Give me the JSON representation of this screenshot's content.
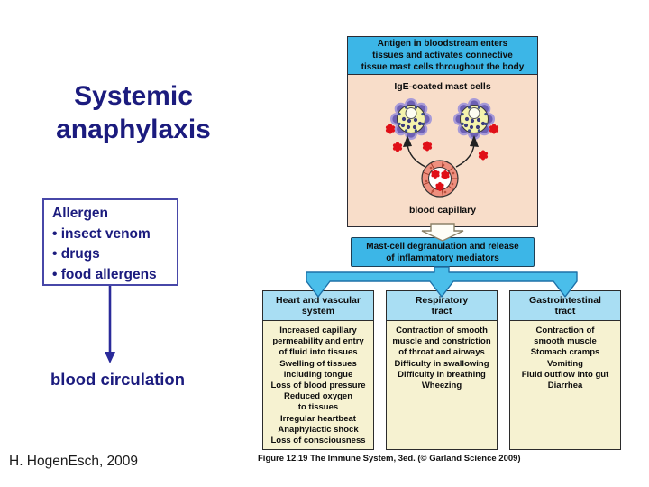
{
  "slide": {
    "title": "Systemic\nanaphylaxis",
    "allergen_box_text": "Allergen\n• insect venom\n• drugs\n• food allergens",
    "blood_circulation_label": "blood circulation",
    "credit": "H. HogenEsch, 2009"
  },
  "figure": {
    "top_box_text": "Antigen in bloodstream enters\ntissues and activates connective\ntissue mast cells throughout the body",
    "ige_label": "IgE-coated mast cells",
    "capillary_label": "blood capillary",
    "degranulation_box_text": "Mast-cell degranulation and release\nof inflammatory mediators",
    "organ_boxes": [
      {
        "header": "Heart and vascular\nsystem",
        "effects": "Increased capillary\npermeability and entry\nof fluid into tissues\nSwelling of tissues\nincluding tongue\nLoss of blood pressure\nReduced oxygen\nto tissues\nIrregular heartbeat\nAnaphylactic shock\nLoss of consciousness"
      },
      {
        "header": "Respiratory\ntract",
        "effects": "Contraction of smooth\nmuscle and constriction\nof throat and airways\nDifficulty in swallowing\nDifficulty in breathing\nWheezing"
      },
      {
        "header": "Gastrointestinal\ntract",
        "effects": "Contraction of\nsmooth muscle\nStomach cramps\nVomiting\nFluid outflow into gut\nDiarrhea"
      }
    ],
    "caption": "Figure 12.19  The Immune System, 3ed. (© Garland Science 2009)"
  },
  "colors": {
    "slide_background": "#ffffff",
    "title_navy": "#1b1b7e",
    "allergen_border": "#4747a8",
    "process_box_blue": "#3cb6e7",
    "tissue_peach": "#f8ddc9",
    "organ_header_blue": "#a9def3",
    "organ_body_cream": "#f6f2d1",
    "branch_arrow_blue": "#4abeea",
    "branch_arrow_outline": "#1d71a8",
    "antigen_red": "#e01018",
    "capillary_salmon": "#ee8f7e",
    "mast_cell_yellow": "#f4f3ac",
    "ige_purple": "#6c5fb4",
    "granule_navy": "#3c3c7c"
  }
}
